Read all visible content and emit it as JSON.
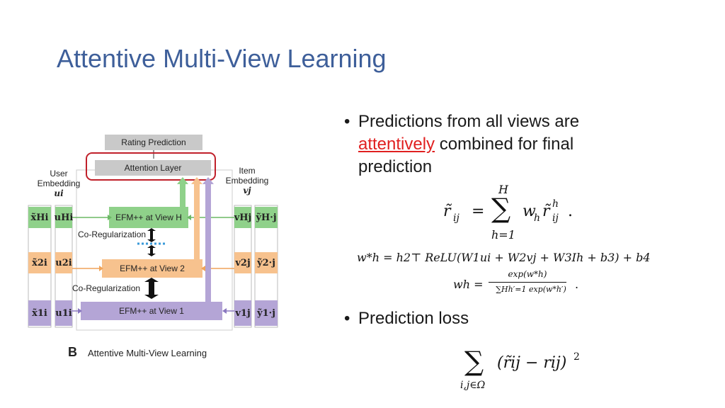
{
  "slide": {
    "title": "Attentive Multi-View Learning"
  },
  "bullets": {
    "b1_part1": "Predictions from all views are",
    "b1_highlight": "attentively",
    "b1_part2": "combined for final",
    "b1_part3": "prediction",
    "b2": "Prediction loss",
    "dot": "•"
  },
  "formulas": {
    "f1_lhs": "r̃",
    "f1_lhs_sub": "ij",
    "f1_eq": "=",
    "f1_sum": "∑",
    "f1_sum_top": "H",
    "f1_sum_bottom": "h=1",
    "f1_w": "w",
    "f1_w_sub": "h",
    "f1_r": "r̃",
    "f1_r_sup": "h",
    "f1_r_sub": "ij",
    "f1_end": ".",
    "f2_text": "w*h = h2⊤ ReLU(W1ui + W2vj + W3Ih + b3) + b4",
    "f3_lhs": "wh =",
    "f3_num": "exp(w*h)",
    "f3_den": "∑Hh′=1 exp(w*h′)",
    "f3_end": ".",
    "f4_sum": "∑",
    "f4_sub": "i,j∈Ω",
    "f4_body": "(r̃ij − rij)",
    "f4_sup": "2"
  },
  "diagram": {
    "rating_prediction": "Rating Prediction",
    "attention_layer": "Attention Layer",
    "user_embedding_line1": "User",
    "user_embedding_line2": "Embedding",
    "user_embedding_symbol": "ui",
    "item_embedding_line1": "Item",
    "item_embedding_line2": "Embedding",
    "item_embedding_symbol": "vj",
    "efm_view_h": "EFM++ at View H",
    "efm_view_2": "EFM++ at View 2",
    "efm_view_1": "EFM++ at View 1",
    "co_reg_1": "Co-Regularization",
    "co_reg_2": "Co-Regularization",
    "x_h": "x̃Hi",
    "u_h": "uHi",
    "v_h": "vHj",
    "y_h": "ỹH·j",
    "x_2": "x̃2i",
    "u_2": "u2i",
    "v_2": "v2j",
    "y_2": "ỹ2·j",
    "x_1": "x̃1i",
    "u_1": "u1i",
    "v_1": "v1j",
    "y_1": "ỹ1·j",
    "panel_letter": "B",
    "caption": "Attentive Multi-View Learning",
    "colors": {
      "green": "#8fd18a",
      "orange": "#f7c28e",
      "purple": "#b4a5d6",
      "gray": "#c9c9c9",
      "red": "#c0202a"
    }
  }
}
